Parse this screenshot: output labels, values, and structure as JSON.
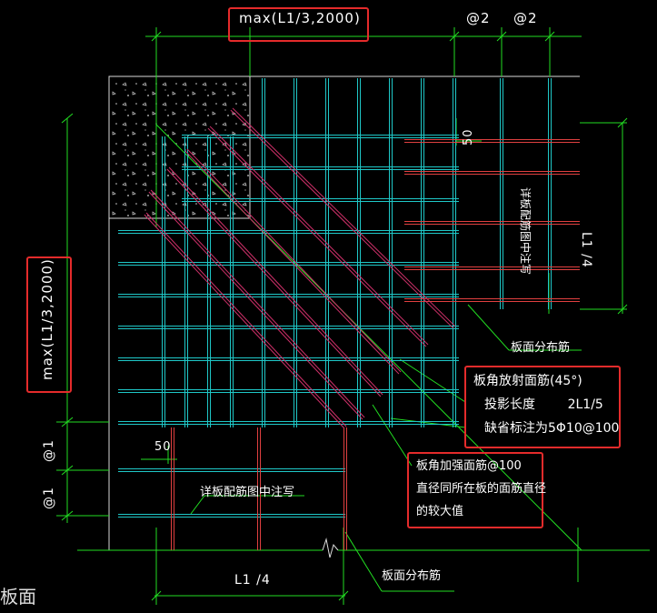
{
  "colors": {
    "background": "#000000",
    "rebar": "#1fc8c8",
    "corner_bar": "#e04040",
    "dim_line": "#22dd22",
    "text": "#ffffff",
    "highlight_box": "#e52b2b"
  },
  "labels": {
    "top_max": "max(L1/3,2000)",
    "left_max": "max(L1/3,2000)",
    "spacing_top_1": "@2",
    "spacing_top_2": "@2",
    "spacing_left_1": "@1",
    "spacing_left_2": "@1",
    "dim_50_top": "50",
    "dim_50_left": "50",
    "right_l1_4": "L1 /4",
    "bottom_l1_4": "L1 /4",
    "right_note": "详板配筋图中注写",
    "bottom_note": "详板配筋图中注写",
    "dist_bar_upper": "板面分布筋",
    "dist_bar_lower": "板面分布筋",
    "corner_fig_caption": "板面"
  },
  "radial_note": {
    "line1": "板角放射面筋(45°)",
    "line2": "投影长度        2L1/5",
    "line3": "缺省标注为5Φ10@100"
  },
  "reinforce_note": {
    "line1": "板角加强面筋@100",
    "line2": "直径同所在板的面筋直径",
    "line3": "的较大值"
  }
}
